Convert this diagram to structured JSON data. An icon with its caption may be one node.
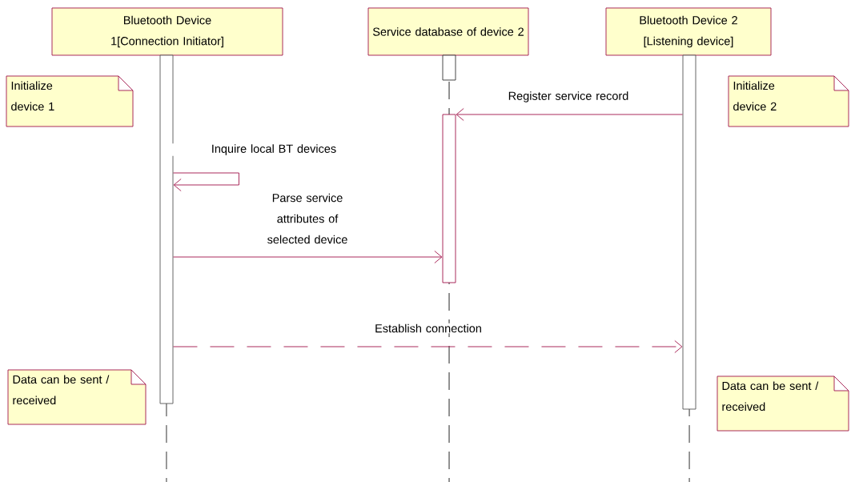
{
  "diagram": {
    "nodes": [
      {
        "text": [
          "Bluetooth Device 1[Connection Initiator]"
        ]
      },
      {
        "text": [
          "Service database of device 2"
        ]
      },
      {
        "text": [
          "Bluetooth Device 2 [Listening device]"
        ]
      },
      {
        "text": [],
        "shape": "bar"
      },
      {
        "text": [],
        "shape": "bar"
      },
      {
        "text": [],
        "shape": "bar"
      },
      {
        "text": [],
        "shape": "bar"
      },
      {
        "text": [
          "Initialize device 1"
        ]
      },
      {
        "text": [
          "Initialize device 2"
        ]
      },
      {
        "text": [
          "Data can be sent / received"
        ]
      },
      {
        "text": [
          "Data can be sent / received"
        ]
      }
    ],
    "edges": [
      {
        "from": 6,
        "to": 5,
        "arrow": "to",
        "label": "Register service record"
      },
      {
        "from": 3,
        "to": 3,
        "arrow": "to",
        "label": "Inquire local BT devices"
      },
      {
        "from": 3,
        "to": 5,
        "arrow": "to",
        "label": "Parse service attributes of selected device"
      },
      {
        "from": 3,
        "to": 6,
        "arrow": "to",
        "label": "Establish connection",
        "style": "dashed"
      }
    ]
  }
}
